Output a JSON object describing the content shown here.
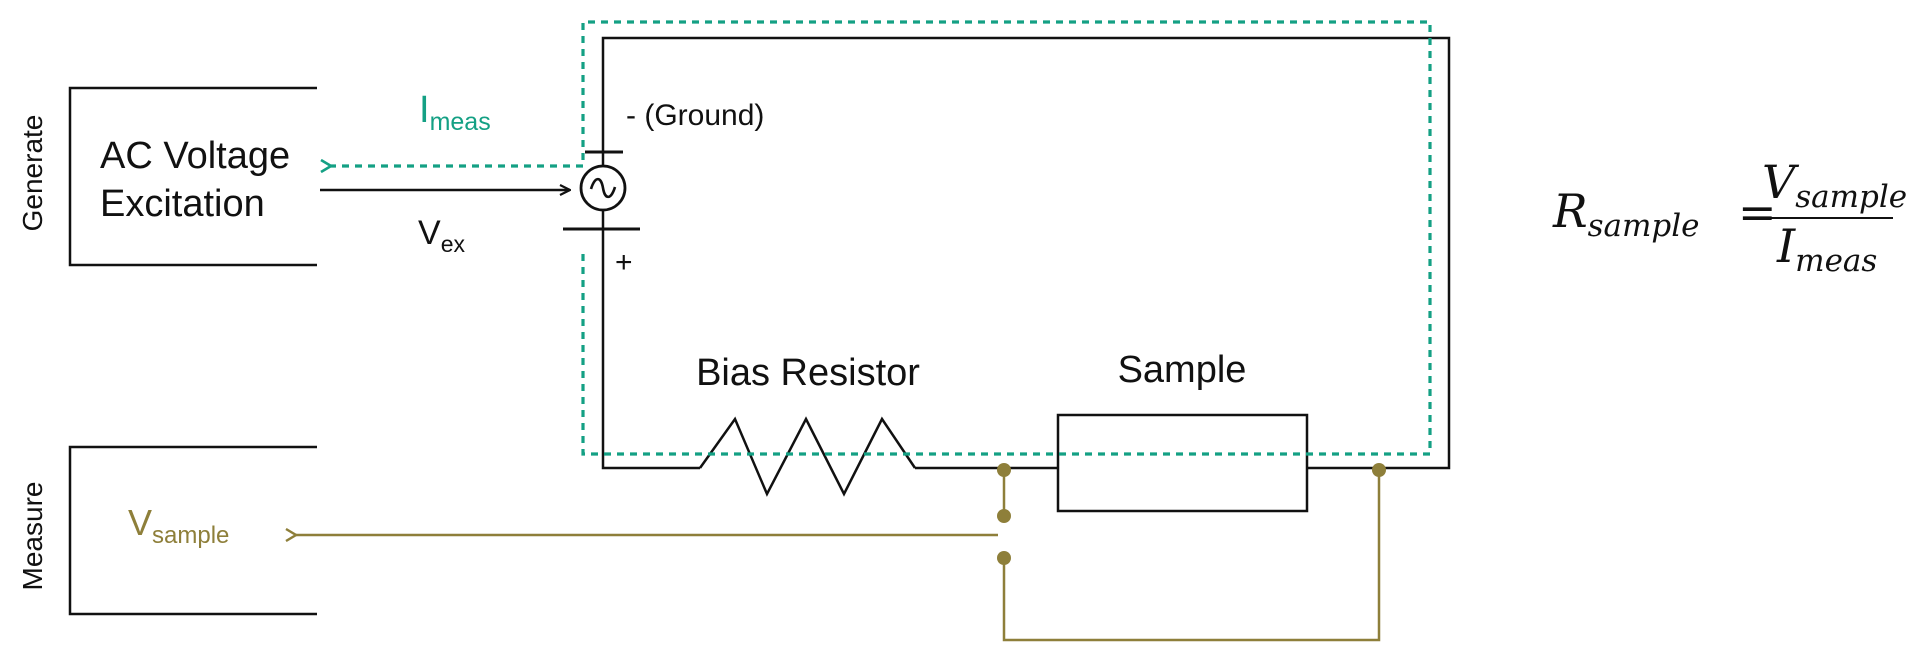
{
  "colors": {
    "wire": "#111111",
    "current_path": "#14a084",
    "measure_path": "#8e7f3a",
    "background": "#ffffff"
  },
  "side_labels": {
    "generate": "Generate",
    "measure": "Measure"
  },
  "generator": {
    "line1": "AC Voltage",
    "line2": "Excitation"
  },
  "current_label": {
    "main": "I",
    "sub": "meas"
  },
  "vex_label": {
    "main": "V",
    "sub": "ex"
  },
  "source": {
    "negative": "- (Ground)",
    "positive": "+"
  },
  "components": {
    "bias_resistor": "Bias Resistor",
    "sample": "Sample"
  },
  "measure_box": {
    "v_main": "V",
    "v_sub": "sample"
  },
  "formula": {
    "lhs_main": "R",
    "lhs_sub": "sample",
    "equals": "=",
    "num_main": "V",
    "num_sub": "sample",
    "den_main": "I",
    "den_sub": "meas"
  }
}
